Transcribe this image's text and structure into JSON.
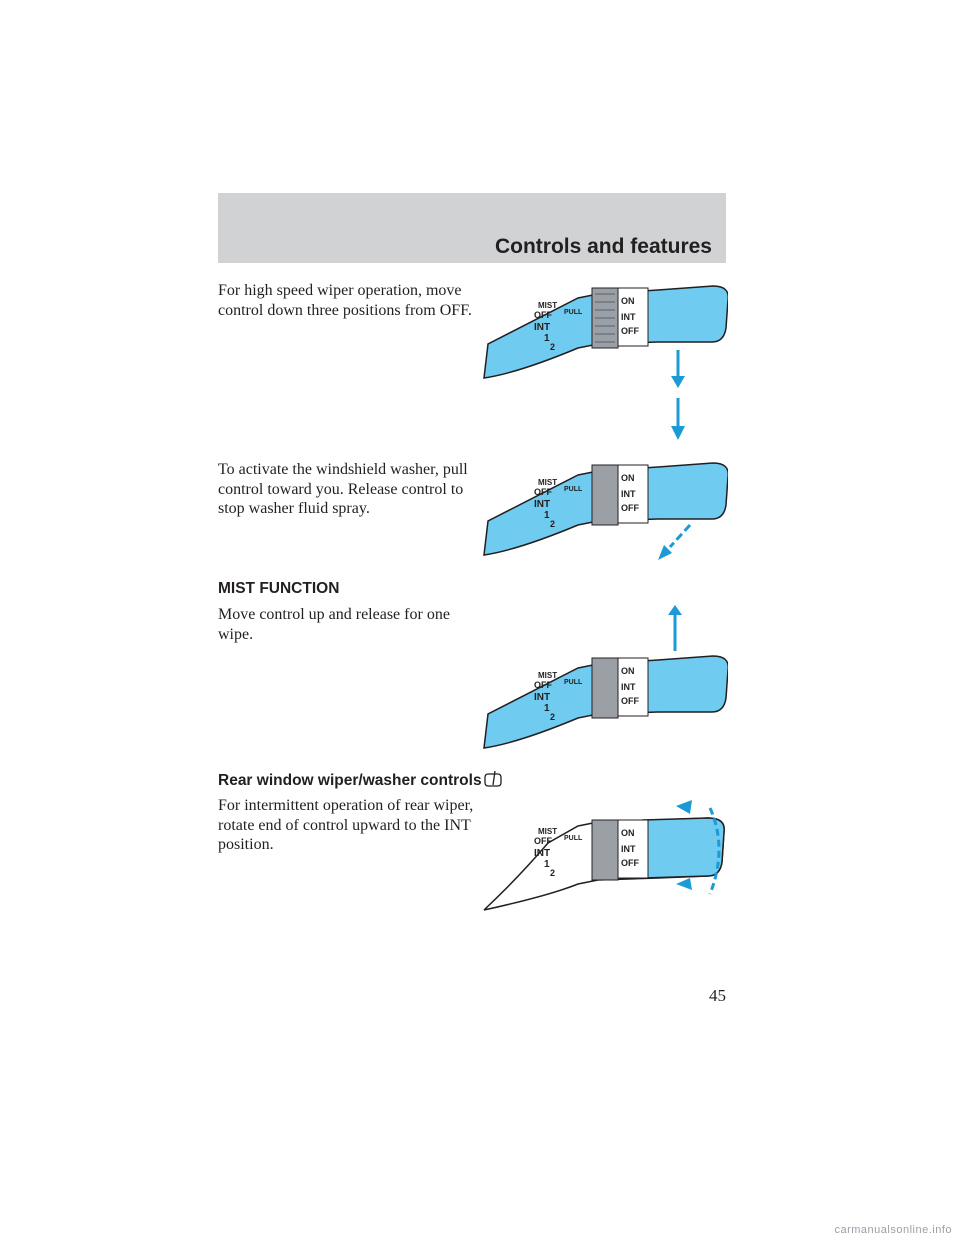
{
  "header": {
    "section_title": "Controls and features"
  },
  "sections": [
    {
      "text": "For high speed wiper operation, move control down three positions from OFF."
    },
    {
      "text": "To activate the windshield washer, pull control toward you. Release control to stop washer fluid spray."
    },
    {
      "heading": "MIST FUNCTION",
      "text": "Move control up and release for one wipe."
    },
    {
      "heading": "Rear window wiper/washer controls",
      "heading_icon": "rear-wiper-icon",
      "text": "For intermittent operation of rear wiper, rotate end of control upward to the INT position."
    }
  ],
  "stalk_labels": {
    "mist": "MIST",
    "off": "OFF",
    "int": "INT",
    "one": "1",
    "two": "2",
    "pull": "PULL",
    "on": "ON",
    "end_int": "INT",
    "end_off": "OFF",
    "ring_int": "INT"
  },
  "colors": {
    "stalk": "#6fcbf0",
    "arrow": "#1c9ad6",
    "header_band": "#d1d2d4",
    "text": "#231f20"
  },
  "icons": [
    "rear-wiper-icon",
    "washer-icon",
    "arrow-down-icon",
    "arrow-diagonal-icon",
    "arrow-up-icon",
    "rotate-arrows-icon"
  ],
  "page_number": "45",
  "watermark": "carmanualsonline.info"
}
